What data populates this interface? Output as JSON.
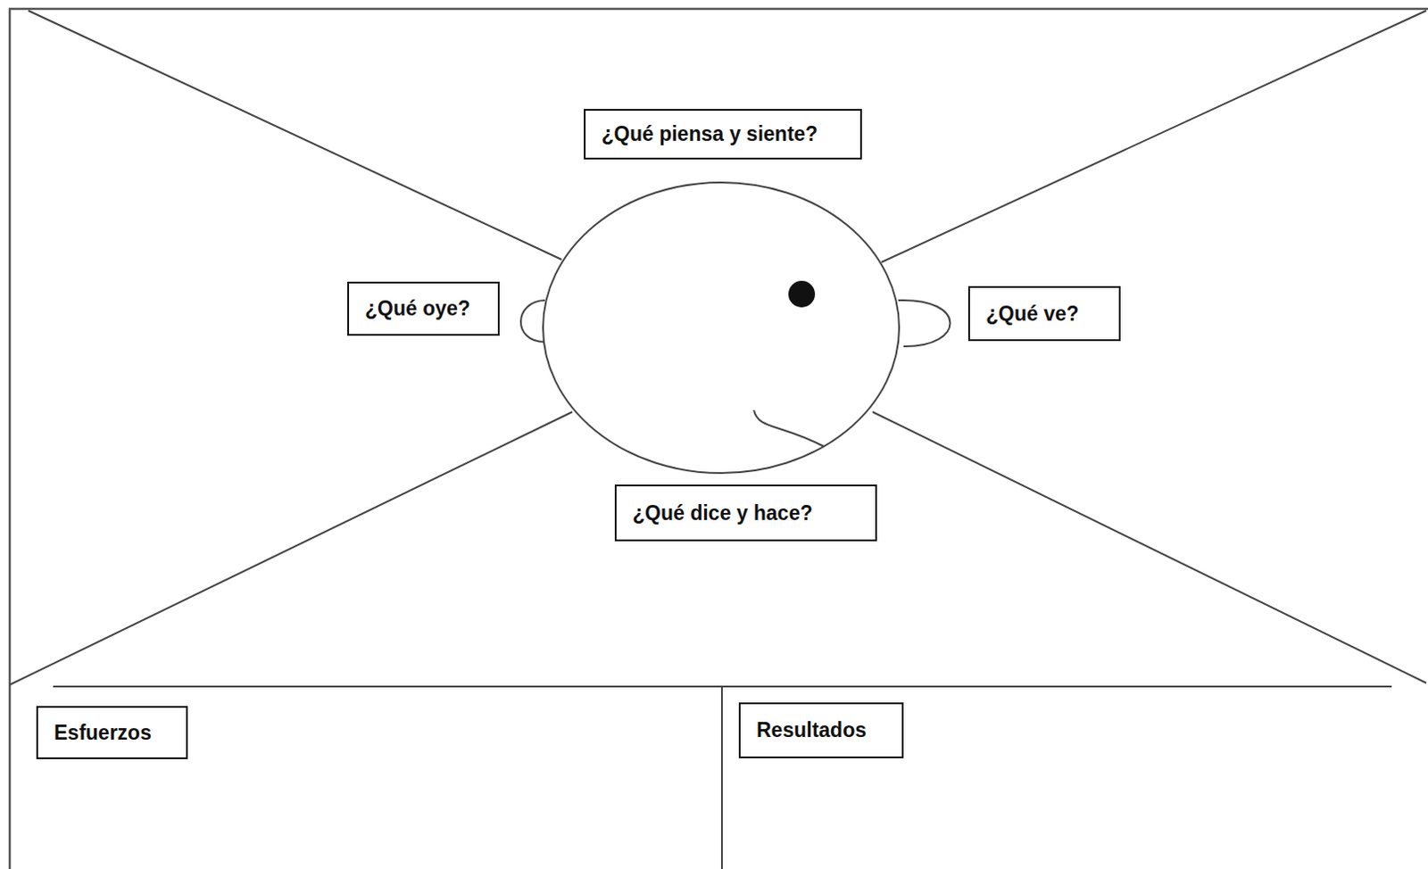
{
  "diagram": {
    "nodes": [
      {
        "text": [
          "¿Qué piensa y siente?"
        ]
      },
      {
        "text": [
          "¿Qué oye?"
        ]
      },
      {
        "text": [
          "¿Qué ve?"
        ]
      },
      {
        "text": [
          "¿Qué dice y hace?"
        ]
      },
      {
        "text": [
          "Esfuerzos"
        ]
      },
      {
        "text": [
          "Resultados"
        ]
      }
    ]
  }
}
